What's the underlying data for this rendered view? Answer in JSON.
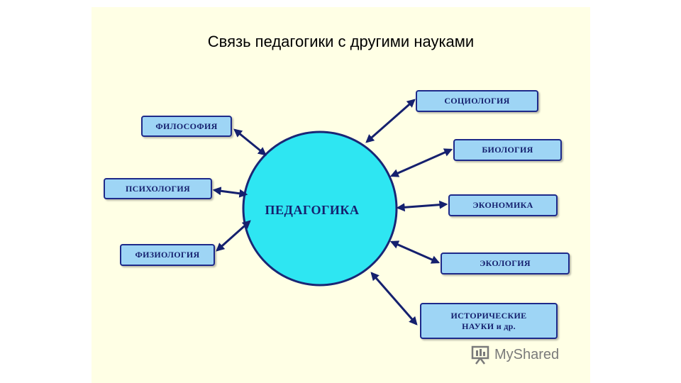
{
  "title": "Связь педагогики с другими науками",
  "center": "ПЕДАГОГИКА",
  "left_boxes": [
    "ФИЛОСОФИЯ",
    "ПСИХОЛОГИЯ",
    "ФИЗИОЛОГИЯ"
  ],
  "right_boxes": [
    "СОЦИОЛОГИЯ",
    "БИОЛОГИЯ",
    "ЭКОНОМИКА",
    "ЭКОЛОГИЯ",
    "ИСТОРИЧЕСКИЕ\nНАУКИ и др."
  ],
  "watermark": "MyShared",
  "colors": {
    "background": "#ffffe5",
    "circle_fill": "#2ee6f2",
    "box_fill": "#9ed5f5",
    "border": "#1e2a8a",
    "arrow": "#15206e"
  }
}
